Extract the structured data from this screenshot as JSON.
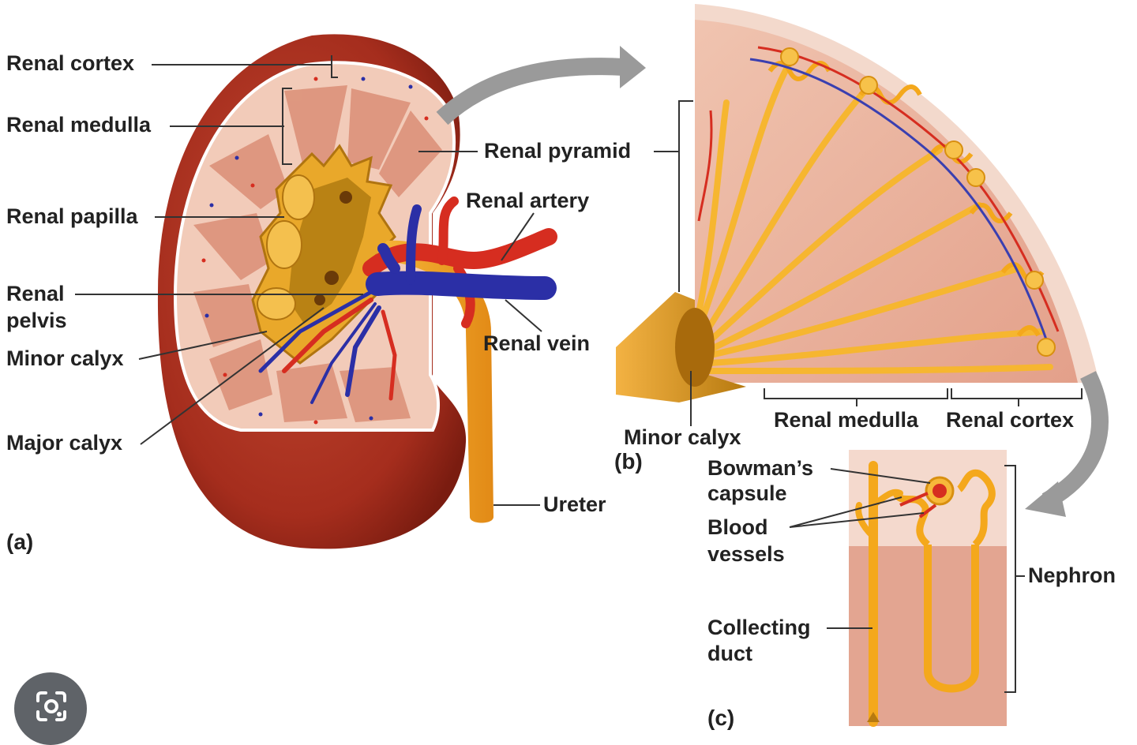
{
  "labels": {
    "renal_cortex": "Renal cortex",
    "renal_medulla": "Renal medulla",
    "renal_papilla": "Renal papilla",
    "renal_pelvis_1": "Renal",
    "renal_pelvis_2": "pelvis",
    "minor_calyx": "Minor calyx",
    "major_calyx": "Major calyx",
    "renal_pyramid": "Renal pyramid",
    "renal_artery": "Renal artery",
    "renal_vein": "Renal vein",
    "ureter": "Ureter",
    "minor_calyx_b": "Minor calyx",
    "renal_medulla_b": "Renal medulla",
    "renal_cortex_b": "Renal cortex",
    "bowmans_1": "Bowman’s",
    "bowmans_2": "capsule",
    "blood_1": "Blood",
    "blood_2": "vessels",
    "collecting_1": "Collecting",
    "collecting_2": "duct",
    "nephron": "Nephron"
  },
  "panels": {
    "a": "(a)",
    "b": "(b)",
    "c": "(c)"
  },
  "icons": {
    "lens": "image-search-icon"
  },
  "colors": {
    "kidney_capsule": "#a52d1d",
    "cortex": "#efc6b4",
    "pyramid": "#d98a72",
    "pelvis": "#e8a21c",
    "calyx_fill": "#c98a10",
    "artery": "#d62d20",
    "vein": "#2b2fa6",
    "ureter": "#f2a62a",
    "tubule": "#f6b630",
    "arrow": "#9a9a9a"
  }
}
